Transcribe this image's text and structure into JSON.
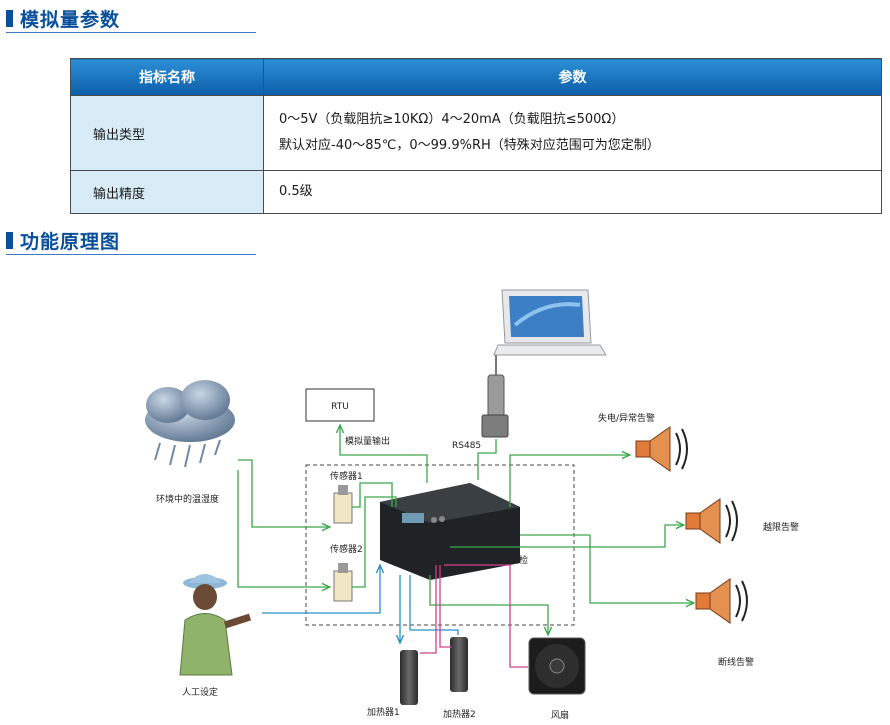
{
  "section1": {
    "title": "模拟量参数"
  },
  "table": {
    "headers": [
      "指标名称",
      "参数"
    ],
    "rows": [
      {
        "name": "输出类型",
        "lines": [
          "0～5V（负载阻抗≥10KΩ）4～20mA（负载阻抗≤500Ω）",
          "默认对应-40～85℃，0～99.9%RH（特殊对应范围可为您定制）"
        ]
      },
      {
        "name": "输出精度",
        "lines": [
          "0.5级"
        ]
      }
    ]
  },
  "section2": {
    "title": "功能原理图"
  },
  "diagram": {
    "labels": {
      "rtu": "RTU",
      "analog_output": "模拟量输出",
      "rs485": "RS485",
      "sensor1": "传感器1",
      "sensor2": "传感器2",
      "environment": "环境中的温湿度",
      "manual": "人工设定",
      "power_alarm": "失电/异常告警",
      "limit_alarm": "越限告警",
      "break_check": "断线自检",
      "break_alarm": "断线告警",
      "heater1": "加热器1",
      "heater2": "加热器2",
      "fan": "风扇"
    },
    "colors": {
      "signal": "#3aa84a",
      "power": "#d0408a",
      "control": "#2a8fc9",
      "speaker": "#e07b3a"
    }
  }
}
